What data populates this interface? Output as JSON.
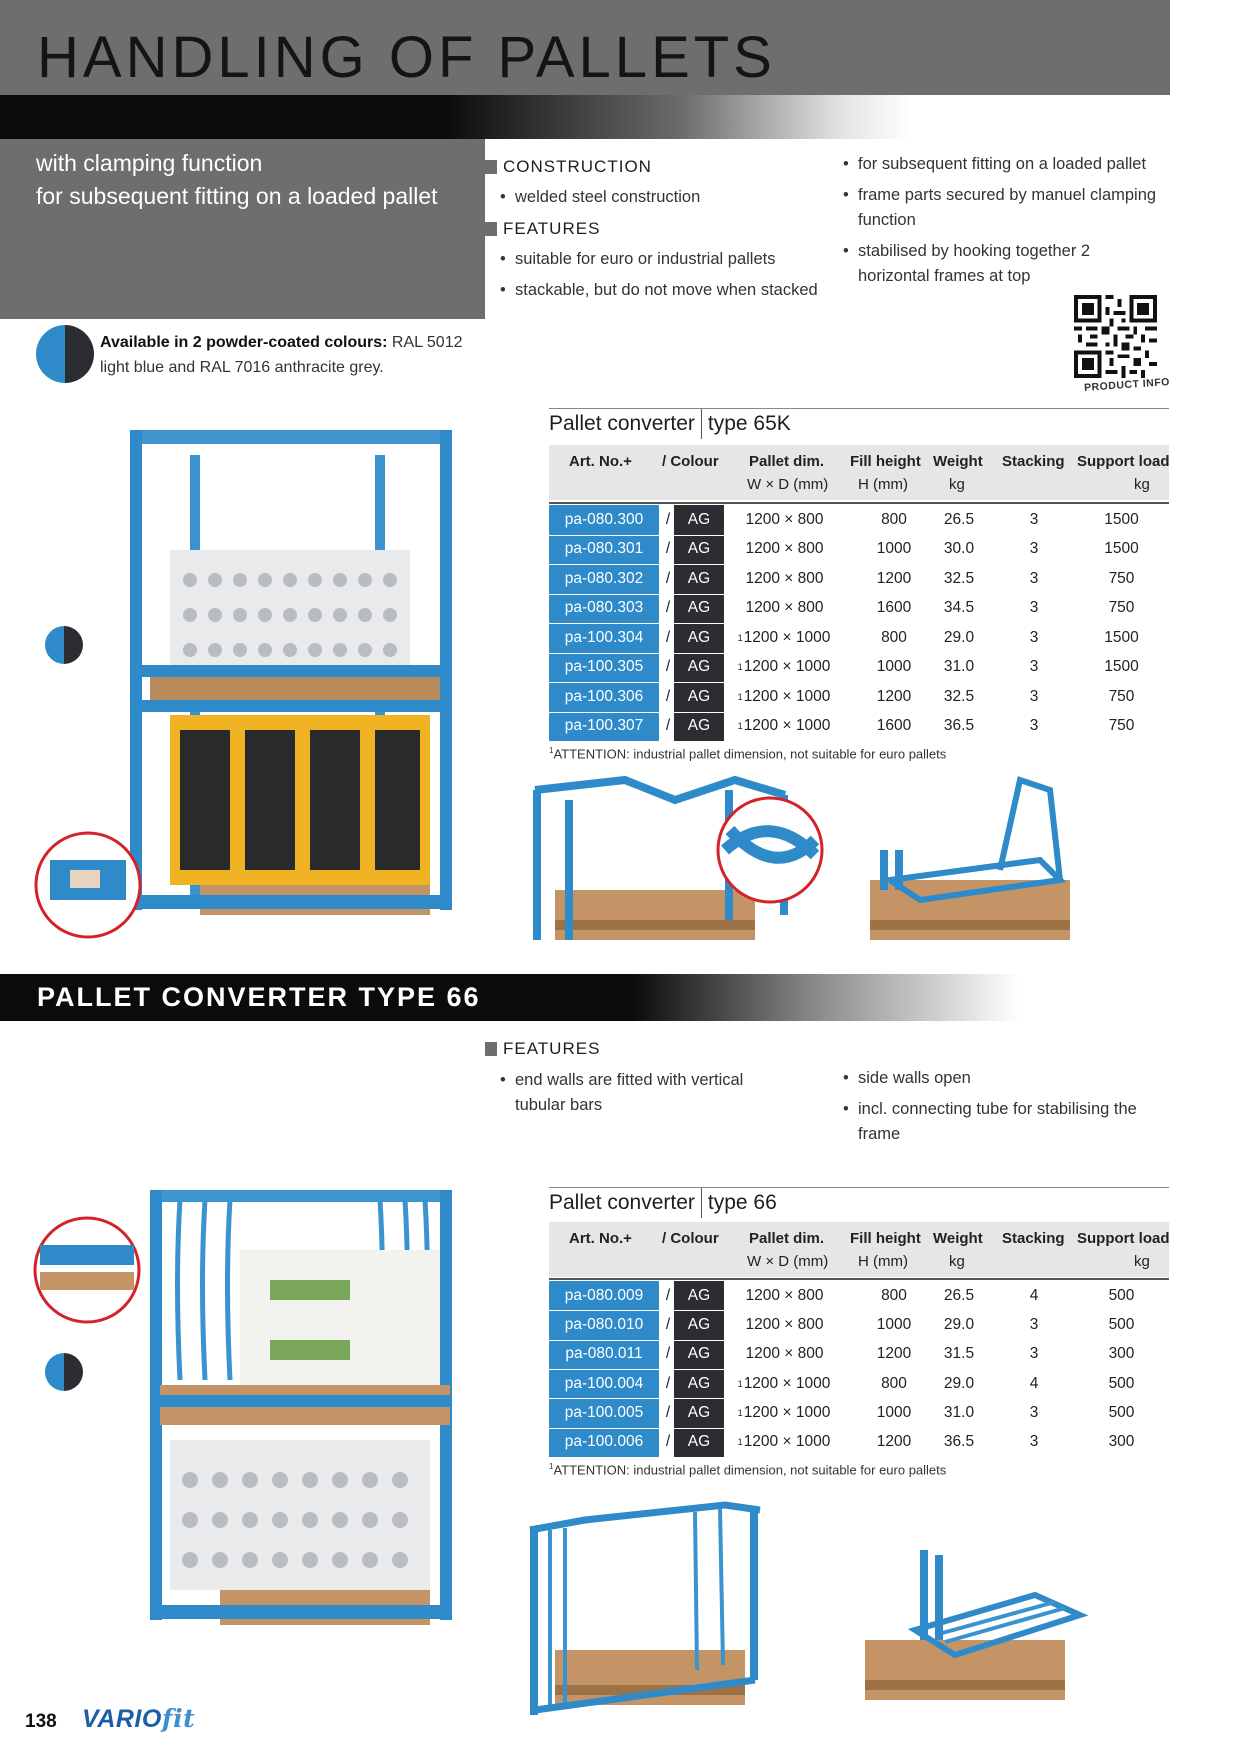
{
  "header": {
    "title": "HANDLING OF PALLETS",
    "subtitle_line1": "with clamping function",
    "subtitle_line2": "for subsequent fitting on a loaded pallet"
  },
  "section1": {
    "construction_label": "CONSTRUCTION",
    "construction_items": [
      "welded steel construction"
    ],
    "features_label": "FEATURES",
    "features_items": [
      "suitable for euro or industrial pallets",
      "stackable, but do not move when stacked"
    ],
    "right_items": [
      "for subsequent fitting on a loaded pallet",
      "frame parts secured by manuel clamping function",
      "stabilised by hooking together 2 horizontal frames at top"
    ],
    "colours_bold": "Available in 2 powder-coated colours:",
    "colours_text": " RAL 5012 light blue and RAL 7016 anthracite grey.",
    "qr_label": "PRODUCT INFO"
  },
  "colors": {
    "light_blue": "#2e8ac9",
    "anthracite": "#2b2d33",
    "grey_panel": "#6d6e70"
  },
  "table_headers": {
    "art": "Art. No.+",
    "colour": "/ Colour",
    "dim": "Pallet dim.",
    "dim_unit": "W × D (mm)",
    "fill": "Fill height",
    "fill_unit": "H (mm)",
    "weight": "Weight",
    "weight_unit": "kg",
    "stacking": "Stacking",
    "support": "Support load",
    "support_unit": "kg"
  },
  "table1": {
    "title_a": "Pallet converter",
    "title_b": "type 65K",
    "rows": [
      {
        "art": "pa-080.300",
        "slash": "/",
        "colour": "AG",
        "sup": "",
        "dim": "1200 × 800",
        "fill": "800",
        "weight": "26.5",
        "stacking": "3",
        "support": "1500"
      },
      {
        "art": "pa-080.301",
        "slash": "/",
        "colour": "AG",
        "sup": "",
        "dim": "1200 × 800",
        "fill": "1000",
        "weight": "30.0",
        "stacking": "3",
        "support": "1500"
      },
      {
        "art": "pa-080.302",
        "slash": "/",
        "colour": "AG",
        "sup": "",
        "dim": "1200 × 800",
        "fill": "1200",
        "weight": "32.5",
        "stacking": "3",
        "support": "750"
      },
      {
        "art": "pa-080.303",
        "slash": "/",
        "colour": "AG",
        "sup": "",
        "dim": "1200 × 800",
        "fill": "1600",
        "weight": "34.5",
        "stacking": "3",
        "support": "750"
      },
      {
        "art": "pa-100.304",
        "slash": "/",
        "colour": "AG",
        "sup": "1",
        "dim": "1200 × 1000",
        "fill": "800",
        "weight": "29.0",
        "stacking": "3",
        "support": "1500"
      },
      {
        "art": "pa-100.305",
        "slash": "/",
        "colour": "AG",
        "sup": "1",
        "dim": "1200 × 1000",
        "fill": "1000",
        "weight": "31.0",
        "stacking": "3",
        "support": "1500"
      },
      {
        "art": "pa-100.306",
        "slash": "/",
        "colour": "AG",
        "sup": "1",
        "dim": "1200 × 1000",
        "fill": "1200",
        "weight": "32.5",
        "stacking": "3",
        "support": "750"
      },
      {
        "art": "pa-100.307",
        "slash": "/",
        "colour": "AG",
        "sup": "1",
        "dim": "1200 × 1000",
        "fill": "1600",
        "weight": "36.5",
        "stacking": "3",
        "support": "750"
      }
    ],
    "footnote_sup": "1",
    "footnote": "ATTENTION: industrial pallet dimension, not suitable for euro pallets"
  },
  "section2": {
    "title": "PALLET CONVERTER TYPE 66",
    "features_label": "FEATURES",
    "left_items": [
      "end walls are fitted with vertical tubular bars"
    ],
    "right_items": [
      "side walls open",
      "incl. connecting tube for stabilising the frame"
    ]
  },
  "table2": {
    "title_a": "Pallet converter",
    "title_b": "type 66",
    "rows": [
      {
        "art": "pa-080.009",
        "slash": "/",
        "colour": "AG",
        "sup": "",
        "dim": "1200 × 800",
        "fill": "800",
        "weight": "26.5",
        "stacking": "4",
        "support": "500"
      },
      {
        "art": "pa-080.010",
        "slash": "/",
        "colour": "AG",
        "sup": "",
        "dim": "1200 × 800",
        "fill": "1000",
        "weight": "29.0",
        "stacking": "3",
        "support": "500"
      },
      {
        "art": "pa-080.011",
        "slash": "/",
        "colour": "AG",
        "sup": "",
        "dim": "1200 × 800",
        "fill": "1200",
        "weight": "31.5",
        "stacking": "3",
        "support": "300"
      },
      {
        "art": "pa-100.004",
        "slash": "/",
        "colour": "AG",
        "sup": "1",
        "dim": "1200 × 1000",
        "fill": "800",
        "weight": "29.0",
        "stacking": "4",
        "support": "500"
      },
      {
        "art": "pa-100.005",
        "slash": "/",
        "colour": "AG",
        "sup": "1",
        "dim": "1200 × 1000",
        "fill": "1000",
        "weight": "31.0",
        "stacking": "3",
        "support": "500"
      },
      {
        "art": "pa-100.006",
        "slash": "/",
        "colour": "AG",
        "sup": "1",
        "dim": "1200 × 1000",
        "fill": "1200",
        "weight": "36.5",
        "stacking": "3",
        "support": "300"
      }
    ],
    "footnote_sup": "1",
    "footnote": "ATTENTION: industrial pallet dimension, not suitable for euro pallets"
  },
  "footer": {
    "page_number": "138",
    "brand_a": "VARIO",
    "brand_b": "fit"
  }
}
